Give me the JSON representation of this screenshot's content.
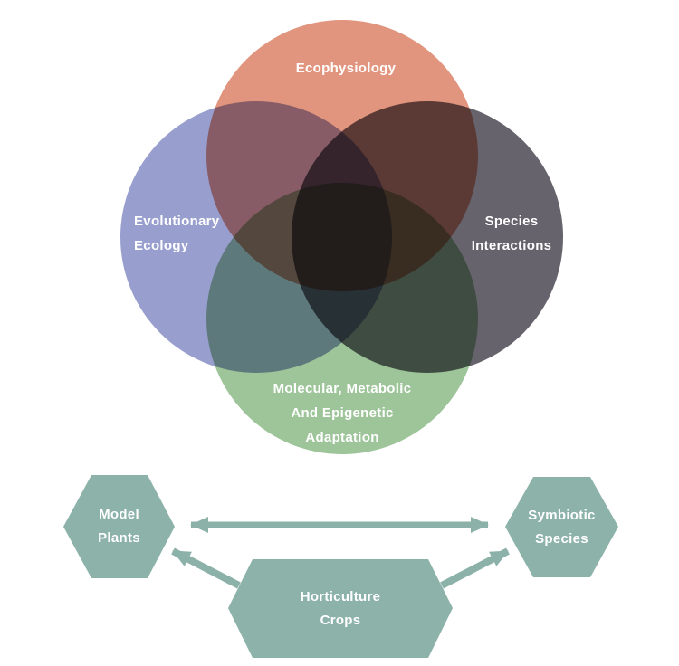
{
  "figure": {
    "type": "venn-and-flow-diagram",
    "background": "#ffffff"
  },
  "colors": {
    "background": "#ffffff",
    "ecophysiology_circle": "#df8a70",
    "evolutionary_ecology_circle": "#8d94c9",
    "species_interactions_circle": "#55525c",
    "molecular_adaptation_circle": "#93be8f",
    "hexagon_fill": "#8db2a9",
    "arrow": "#8cb1a8",
    "label_text": "#ffffff"
  },
  "venn": {
    "ecophysiology": {
      "label": "Ecophysiology"
    },
    "evolutionary_ecology": {
      "line1": "Evolutionary",
      "line2": "Ecology"
    },
    "species_interactions": {
      "line1": "Species",
      "line2": "Interactions"
    },
    "molecular_adaptation": {
      "line1": "Molecular, Metabolic",
      "line2": "And Epigenetic",
      "line3": "Adaptation"
    }
  },
  "flow": {
    "model_plants": {
      "line1": "Model",
      "line2": "Plants"
    },
    "symbiotic_species": {
      "line1": "Symbiotic",
      "line2": "Species"
    },
    "horticulture_crops": {
      "line1": "Horticulture",
      "line2": "Crops"
    },
    "arrows": [
      {
        "name": "model-plants-symbiotic-species",
        "type": "double-headed"
      },
      {
        "name": "horticulture-crops-to-model-plants",
        "type": "single-headed"
      },
      {
        "name": "horticulture-crops-to-symbiotic-species",
        "type": "single-headed"
      }
    ]
  }
}
